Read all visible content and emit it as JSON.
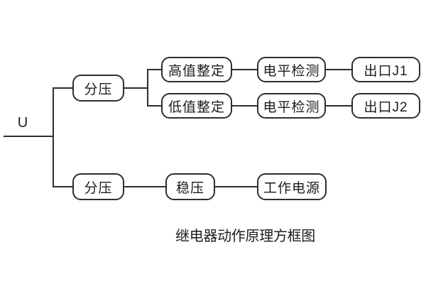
{
  "diagram": {
    "input_label": "U",
    "caption": "继电器动作原理方框图",
    "nodes": {
      "divider_top": {
        "label": "分压"
      },
      "high_setting": {
        "label": "高值整定"
      },
      "low_setting": {
        "label": "低值整定"
      },
      "level_detect_1": {
        "label": "电平检测"
      },
      "level_detect_2": {
        "label": "电平检测"
      },
      "output_j1": {
        "label": "出口J1"
      },
      "output_j2": {
        "label": "出口J2"
      },
      "divider_bottom": {
        "label": "分压"
      },
      "regulator": {
        "label": "稳压"
      },
      "working_power": {
        "label": "工作电源"
      }
    },
    "colors": {
      "line": "#2e2e2e",
      "box_border": "#2e2e2e",
      "background": "#ffffff",
      "text": "#1c1c1c"
    }
  }
}
